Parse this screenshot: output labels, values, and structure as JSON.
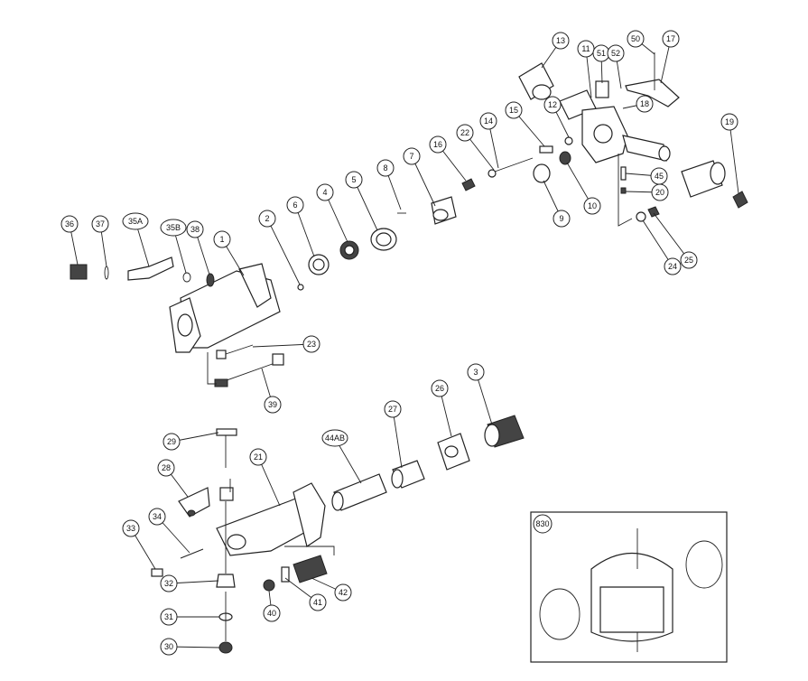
{
  "diagram": {
    "type": "exploded-parts-diagram",
    "callouts": [
      "13",
      "11",
      "51",
      "52",
      "50",
      "17",
      "18",
      "12",
      "15",
      "14",
      "22",
      "16",
      "7",
      "8",
      "5",
      "4",
      "6",
      "2",
      "1",
      "38",
      "35B",
      "35A",
      "37",
      "36",
      "9",
      "10",
      "45",
      "20",
      "24",
      "25",
      "19",
      "23",
      "39",
      "3",
      "26",
      "27",
      "44AB",
      "21",
      "29",
      "28",
      "34",
      "33",
      "32",
      "31",
      "30",
      "40",
      "41",
      "42"
    ],
    "inset": {
      "label": "830"
    }
  }
}
